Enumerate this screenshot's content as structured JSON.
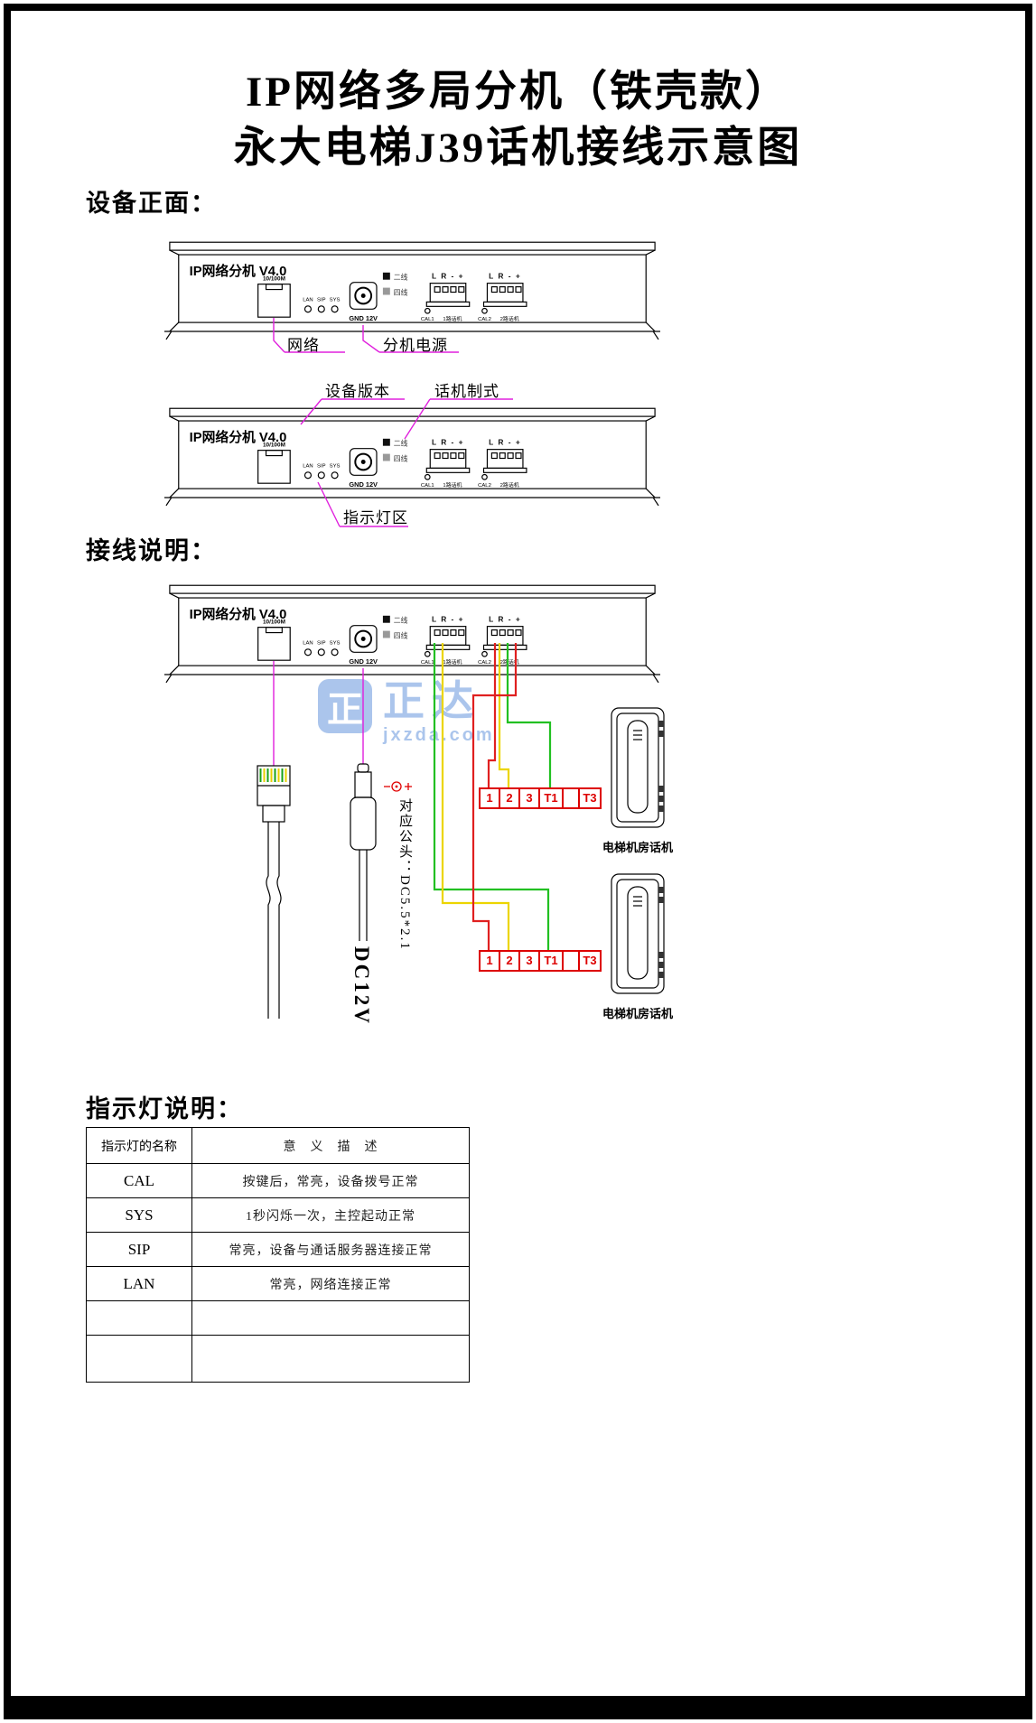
{
  "page": {
    "title_line1": "IP网络多局分机（铁壳款）",
    "title_line2": "永大电梯J39话机接线示意图"
  },
  "sections": {
    "front_label": "设备正面：",
    "wiring_label": "接线说明：",
    "led_label": "指示灯说明："
  },
  "panel": {
    "title": "IP网络分机 V4.0",
    "port_label": "10/100M",
    "led_labels": [
      "LAN",
      "SIP",
      "SYS"
    ],
    "power_label": "GND 12V",
    "legend": [
      "二线",
      "四线"
    ],
    "pin_labels": "L R - +",
    "ch1": {
      "cal": "CAL1",
      "phone": "1路话机"
    },
    "ch2": {
      "cal": "CAL2",
      "phone": "2路话机"
    }
  },
  "callouts": {
    "network": "网络",
    "power": "分机电源",
    "version": "设备版本",
    "phone_standard": "话机制式",
    "led_area": "指示灯区"
  },
  "wiring": {
    "dc_label": "DC12V",
    "dc_spec": "对应公头：DC5.5*2.1",
    "phone_label": "电梯机房话机",
    "terminals": [
      "1",
      "2",
      "3",
      "T1",
      "",
      "T3"
    ]
  },
  "watermark": {
    "logo_char": "正",
    "brand": "正达",
    "domain": "jxzda.com"
  },
  "table": {
    "col1_header": "指示灯的名称",
    "col2_header": "意　义　描　述",
    "rows": [
      {
        "name": "CAL",
        "desc": "按键后，常亮，设备拨号正常"
      },
      {
        "name": "SYS",
        "desc": "1秒闪烁一次，主控起动正常"
      },
      {
        "name": "SIP",
        "desc": "常亮，设备与通话服务器连接正常"
      },
      {
        "name": "LAN",
        "desc": "常亮，网络连接正常"
      },
      {
        "name": "",
        "desc": ""
      },
      {
        "name": "",
        "desc": ""
      }
    ]
  },
  "colors": {
    "callout_magenta": "#e020dd",
    "terminal_red": "#dd0000",
    "wire_red": "#e02020",
    "wire_yellow": "#ecd500",
    "wire_green": "#22c022",
    "watermark_blue": "#2f6fd0"
  }
}
